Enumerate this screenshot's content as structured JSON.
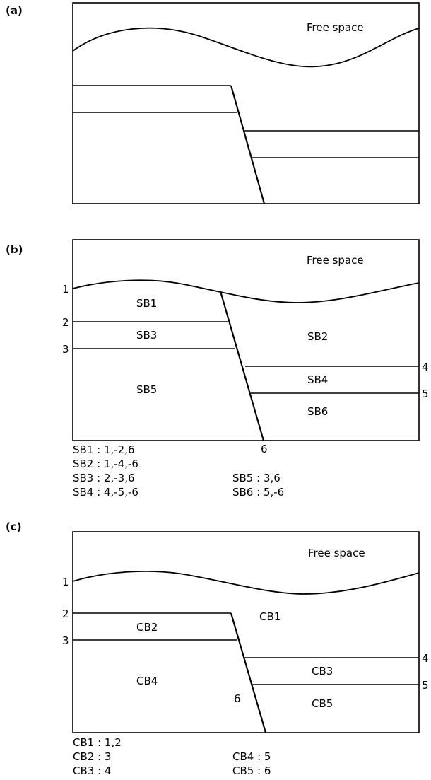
{
  "panels": {
    "a": {
      "letter": "(a)",
      "free_space": "Free space"
    },
    "b": {
      "letter": "(b)",
      "free_space": "Free space",
      "surface_numbers": [
        "1",
        "2",
        "3",
        "4",
        "5",
        "6"
      ],
      "blocks": [
        "SB1",
        "SB2",
        "SB3",
        "SB4",
        "SB5",
        "SB6"
      ],
      "definitions": [
        "SB1 : 1,-2,6",
        "SB2 : 1,-4,-6",
        "SB3 : 2,-3,6",
        "SB4 : 4,-5,-6",
        "SB5 : 3,6",
        "SB6 : 5,-6"
      ]
    },
    "c": {
      "letter": "(c)",
      "free_space": "Free space",
      "surface_numbers": [
        "1",
        "2",
        "3",
        "4",
        "5",
        "6"
      ],
      "blocks": [
        "CB1",
        "CB2",
        "CB3",
        "CB4",
        "CB5"
      ],
      "definitions": [
        "CB1 : 1,2",
        "CB2 : 3",
        "CB3 : 4",
        "CB4 : 5",
        "CB5 : 6"
      ]
    }
  }
}
